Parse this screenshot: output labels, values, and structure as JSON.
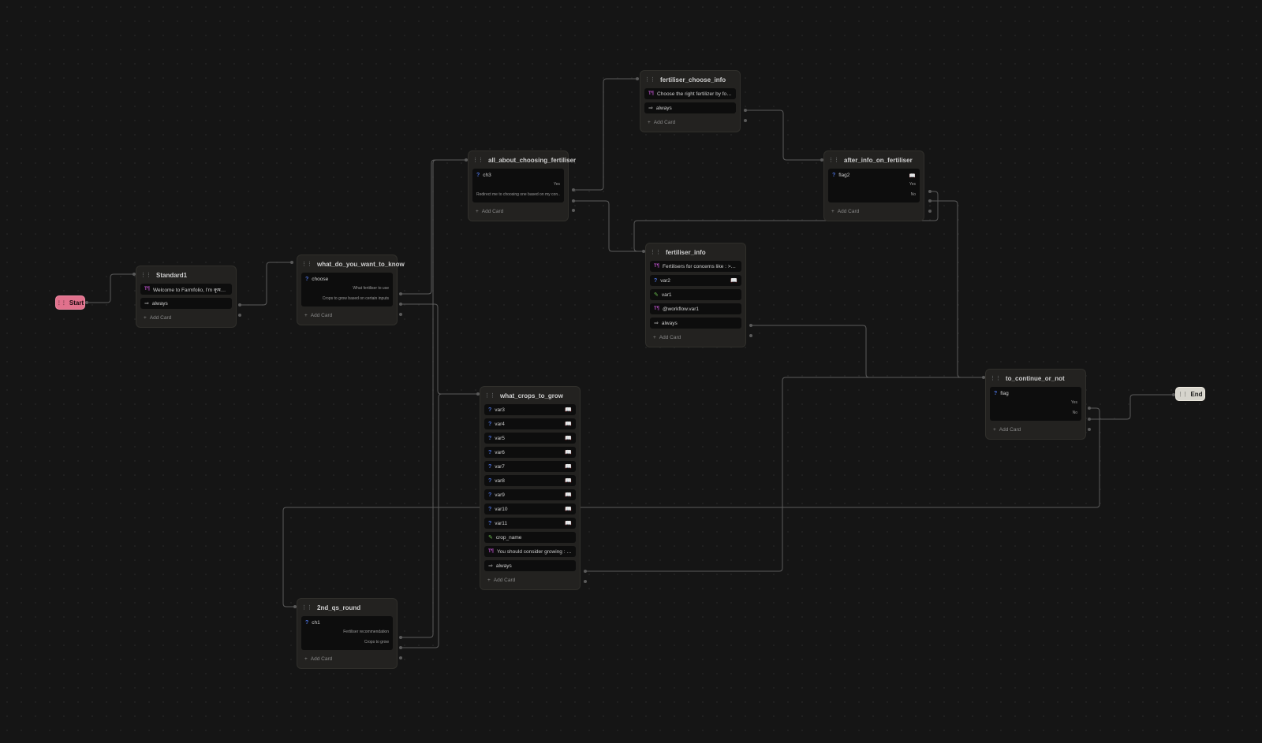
{
  "colors": {
    "canvas": "#151515",
    "node_bg": "#232220",
    "row_bg": "#0d0d0d",
    "edge": "#5a5a5a",
    "start": "#e0718c",
    "end": "#d6d4cc"
  },
  "icons": {
    "question": "question-icon",
    "message": "message-icon",
    "condition": "arrow-icon",
    "variable": "variable-icon",
    "book": "book-icon",
    "grip": "grip-icon",
    "add": "plus-icon"
  },
  "start": {
    "label": "Start"
  },
  "end": {
    "label": "End"
  },
  "add_card": "Add Card",
  "nodes": {
    "standard1": {
      "title": "Standard1",
      "msg": "Welcome to Farmfolio, I'm कृषक-सार्थी...",
      "cond": "always"
    },
    "what_do": {
      "title": "what_do_you_want_to_know",
      "q": "choose",
      "opt1": "What fertiliser to use",
      "opt2": "Crops to grow based on certain inputs"
    },
    "all_about": {
      "title": "all_about_choosing_fertiliser",
      "q": "ch3",
      "opt1": "Yes",
      "opt2": "Redirect me to choosing one based on my con..."
    },
    "fert_choose": {
      "title": "fertiliser_choose_info",
      "msg": "Choose the right fertilizer by followi...",
      "cond": "always"
    },
    "after_info": {
      "title": "after_info_on_fertiliser",
      "q": "flag2",
      "opt1": "Yes",
      "opt2": "No"
    },
    "fert_info": {
      "title": "fertiliser_info",
      "msg": "Fertilisers for concerns like : >Soil F...",
      "q": "var2",
      "var": "var1",
      "msg2": "@workflow.var1",
      "cond": "always"
    },
    "crops": {
      "title": "what_crops_to_grow",
      "qs": [
        "var3",
        "var4",
        "var5",
        "var6",
        "var7",
        "var8",
        "var9",
        "var10",
        "var11"
      ],
      "var": "crop_name",
      "msg": "You should consider growing : @wo...",
      "cond": "always"
    },
    "to_continue": {
      "title": "to_continue_or_not",
      "q": "flag",
      "opt1": "Yes",
      "opt2": "No"
    },
    "round2": {
      "title": "2nd_qs_round",
      "q": "ch1",
      "opt1": "Fertiliser recommendation",
      "opt2": "Crops to grow"
    }
  }
}
